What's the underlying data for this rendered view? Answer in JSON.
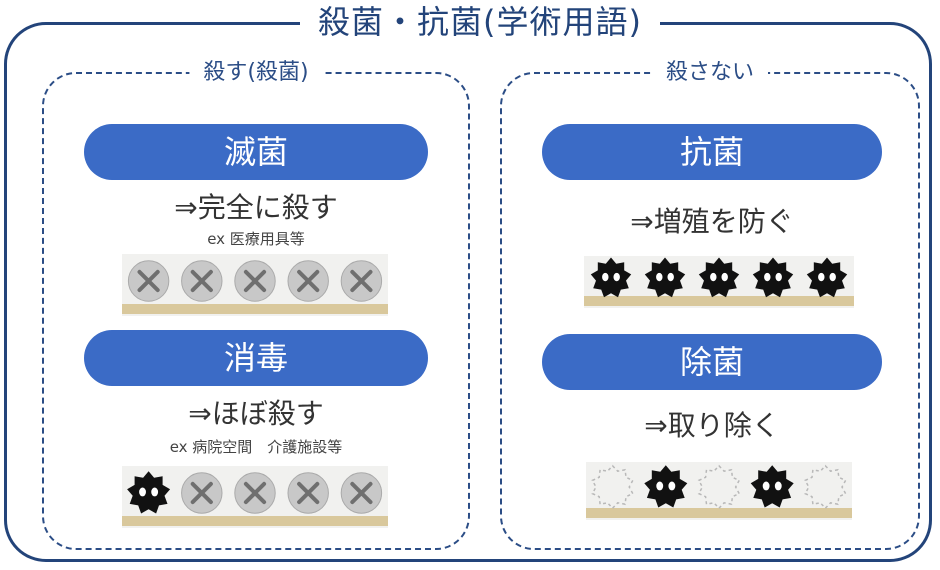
{
  "title": "殺菌・抗菌(学術用語)",
  "left_group": {
    "title": "殺す(殺菌)",
    "sterilization": {
      "label": "滅菌",
      "description": "⇒完全に殺す",
      "example": "ex 医療用具等",
      "bacteria": [
        "dead",
        "dead",
        "dead",
        "dead",
        "dead"
      ]
    },
    "disinfection": {
      "label": "消毒",
      "description": "⇒ほぼ殺す",
      "example": "ex 病院空間　介護施設等",
      "bacteria": [
        "alive",
        "dead",
        "dead",
        "dead",
        "dead"
      ]
    }
  },
  "right_group": {
    "title": "殺さない",
    "antibacterial": {
      "label": "抗菌",
      "description": "⇒増殖を防ぐ",
      "bacteria": [
        "alive",
        "alive",
        "alive",
        "alive",
        "alive"
      ]
    },
    "removal": {
      "label": "除菌",
      "description": "⇒取り除く",
      "bacteria": [
        "removed",
        "alive",
        "removed",
        "alive",
        "removed"
      ]
    }
  },
  "colors": {
    "frame": "#23447a",
    "pill": "#3b6bc6",
    "surface": "#d9c89c",
    "dead_bacterium": "#c8c8c8",
    "alive_bacterium": "#111111"
  }
}
